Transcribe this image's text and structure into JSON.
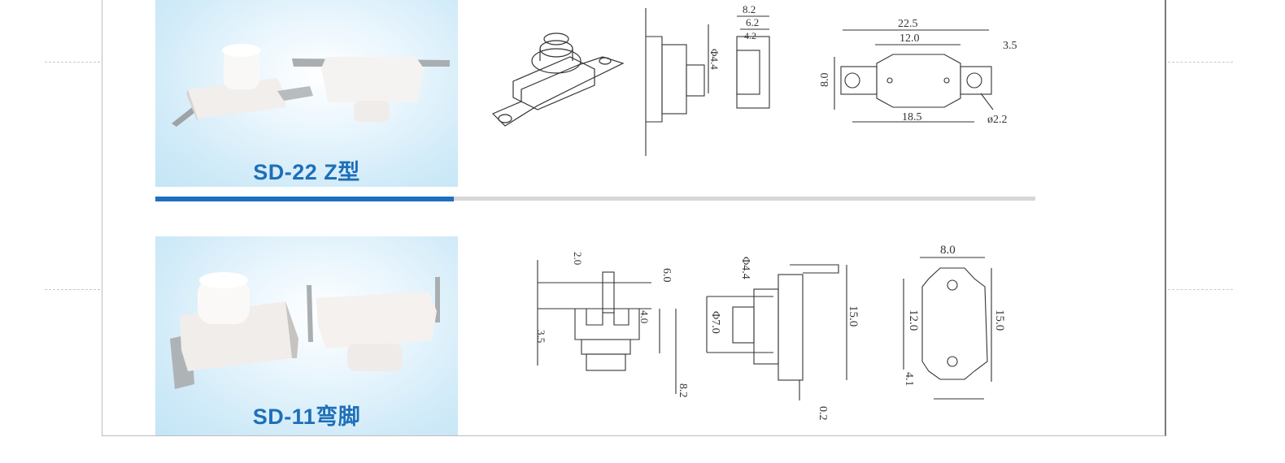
{
  "products": [
    {
      "label": "SD-22 Z型",
      "dimensions": {
        "side_phi": "Φ4.4",
        "side_w1": "8.2",
        "side_w2": "6.2",
        "side_w3": "4.2",
        "top_total": "22.5",
        "top_body": "12.0",
        "top_tab": "3.5",
        "top_height": "8.0",
        "top_holes": "18.5",
        "top_hole_dia": "ø2.2"
      }
    },
    {
      "label": "SD-11弯脚",
      "dimensions": {
        "front_pin": "2.0",
        "front_stem": "6.0",
        "front_body": "4.0",
        "front_base": "3.5",
        "front_total": "8.2",
        "side_phi1": "Φ4.4",
        "side_phi2": "Φ7.0",
        "side_height": "15.0",
        "side_pin": "0.2",
        "top_width": "8.0",
        "top_inner": "12.0",
        "top_height": "15.0",
        "top_tab": "4.1"
      }
    }
  ],
  "colors": {
    "label": "#1e6fb8",
    "divider_accent": "#1f6fbf",
    "divider": "#d6d6d6"
  }
}
